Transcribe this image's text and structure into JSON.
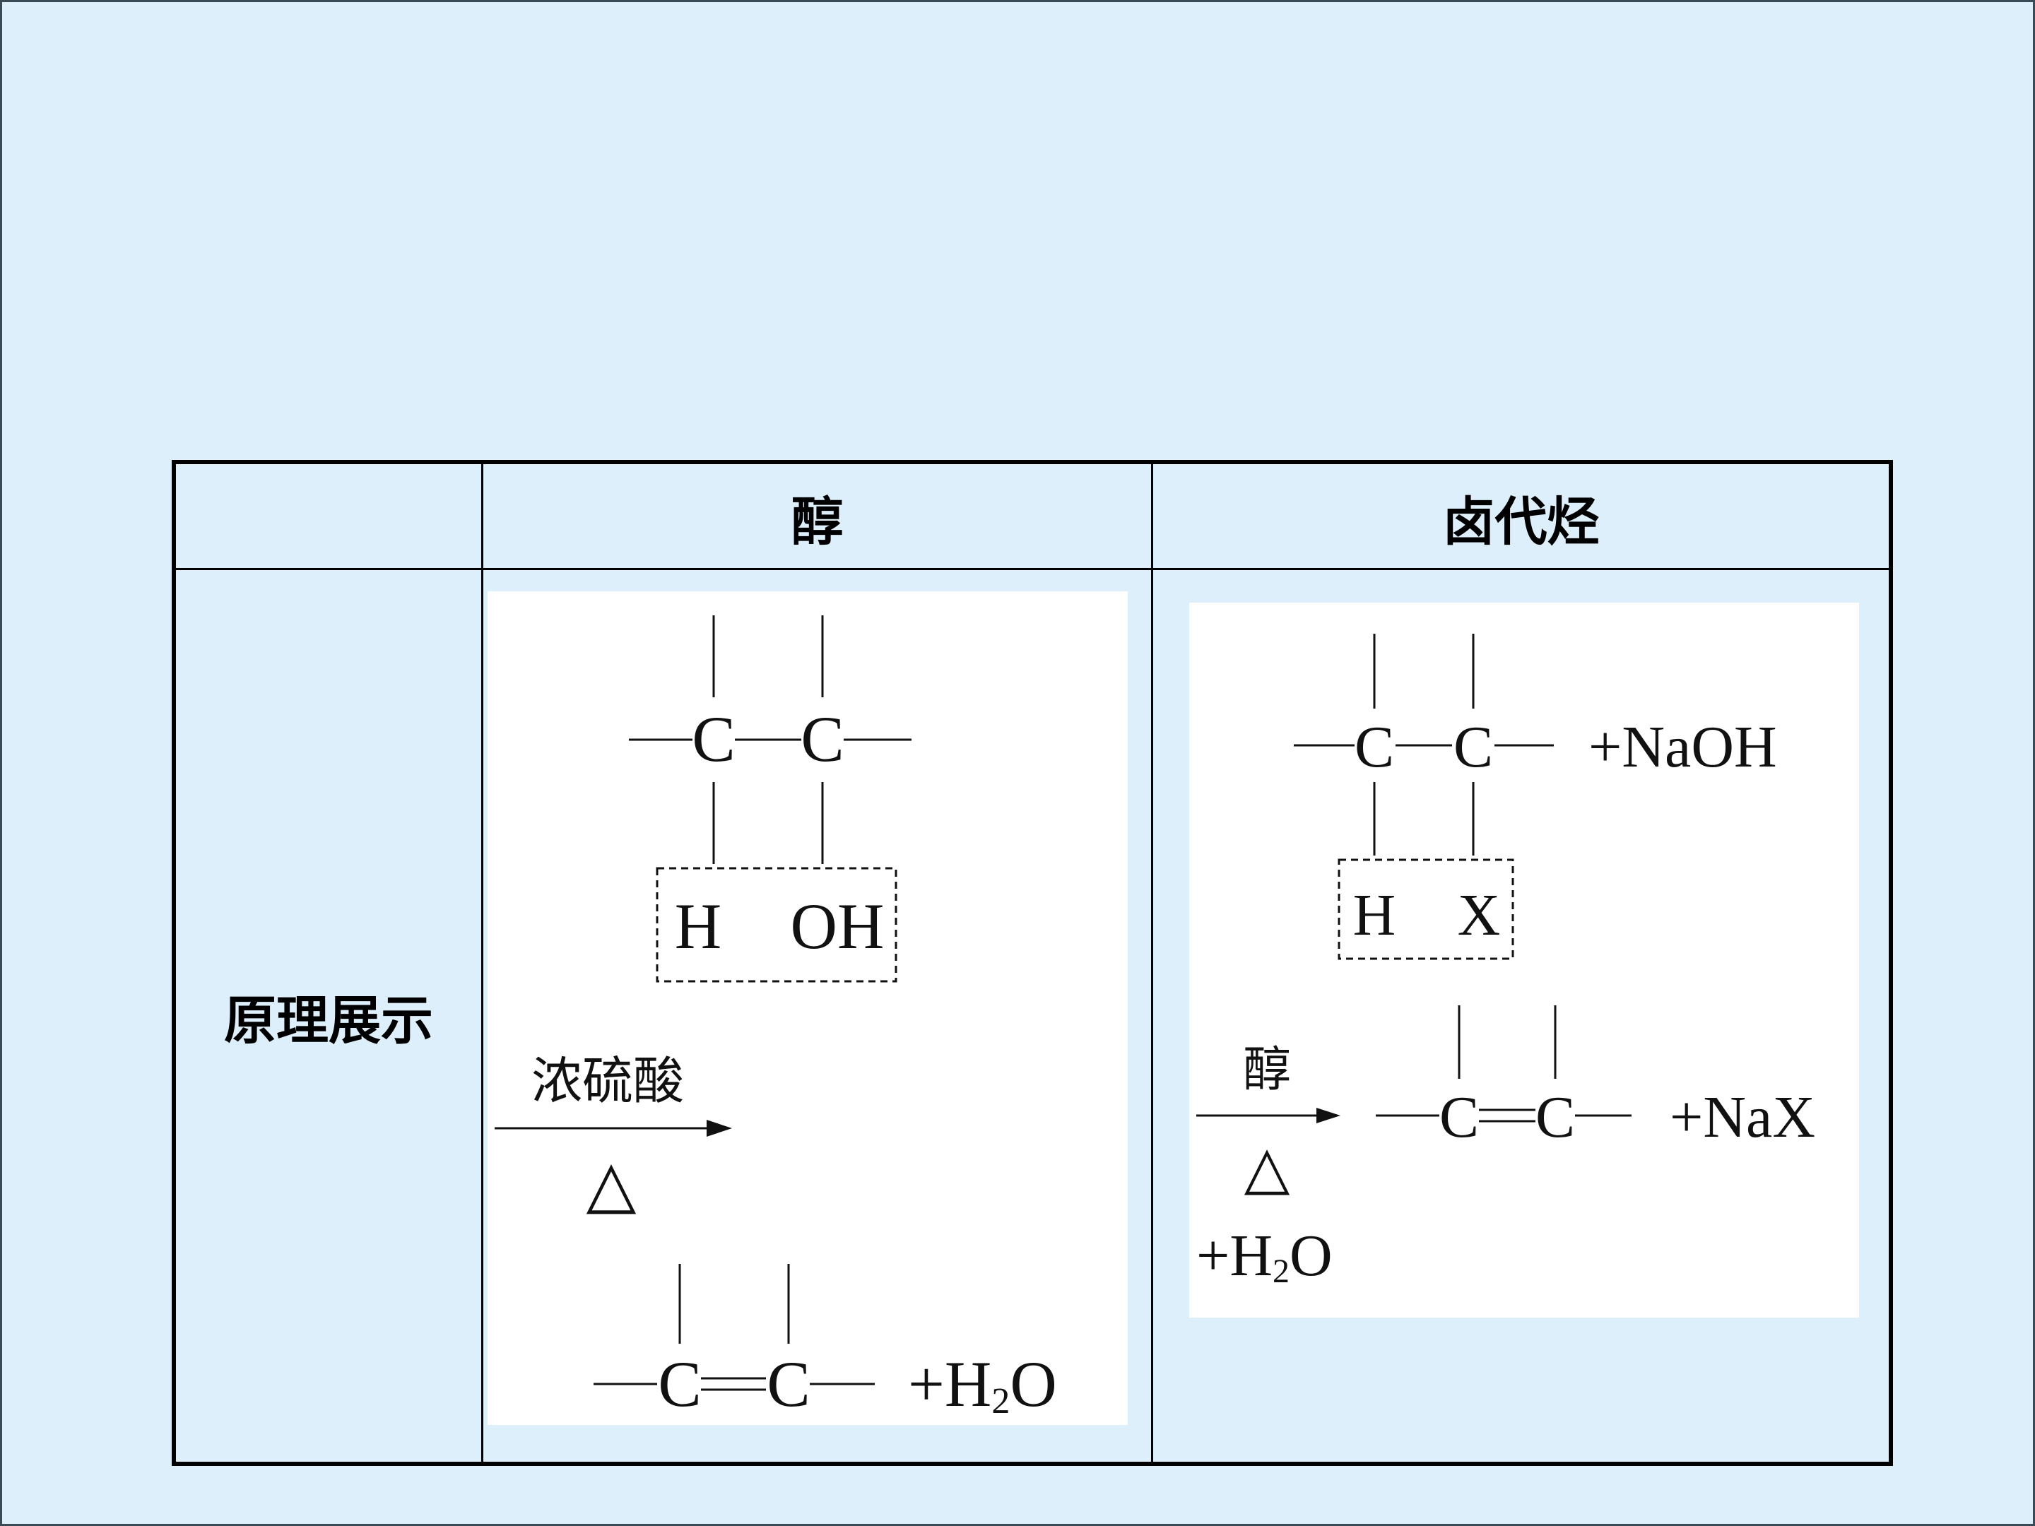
{
  "table": {
    "header": {
      "col0": "",
      "col1": "醇",
      "col2": "卤代烃"
    },
    "row_label": "原理展示",
    "alcohol": {
      "atom_c1": "C",
      "atom_c2": "C",
      "leaving_h": "H",
      "leaving_group": "OH",
      "condition_top": "浓硫酸",
      "condition_bottom": "△",
      "product_c1": "C",
      "product_c2": "C",
      "byproduct": "+H",
      "byproduct_sub": "2",
      "byproduct_tail": "O"
    },
    "haloalkane": {
      "atom_c1": "C",
      "atom_c2": "C",
      "reagent": "+NaOH",
      "leaving_h": "H",
      "leaving_group": "X",
      "condition_top": "醇",
      "condition_bottom": "△",
      "product_c1": "C",
      "product_c2": "C",
      "byproduct_salt": "+NaX",
      "byproduct": "+H",
      "byproduct_sub": "2",
      "byproduct_tail": "O"
    }
  },
  "colors": {
    "background": "#ddeffa",
    "panel": "#ffffff",
    "lines": "#000000"
  }
}
